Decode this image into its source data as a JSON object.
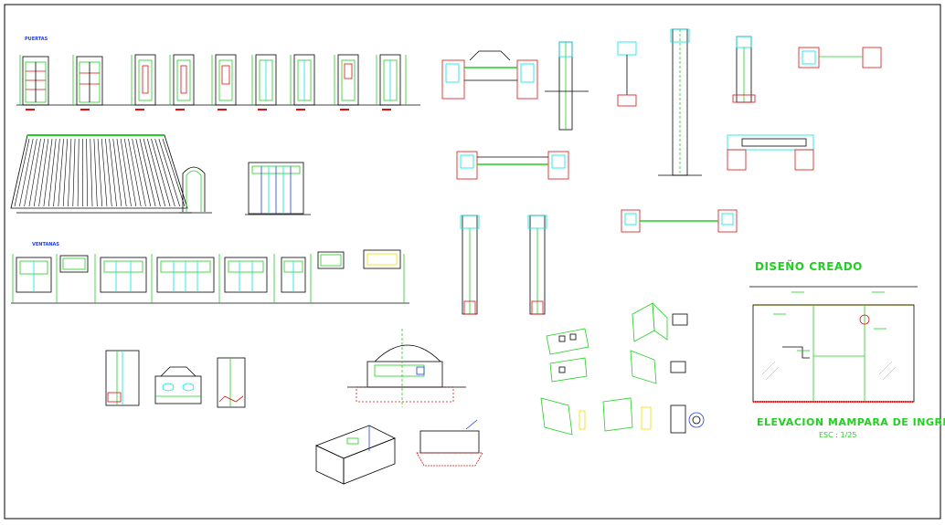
{
  "drawing": {
    "main_title": "DISEÑO CREADO",
    "elevation_title": "ELEVACION MAMPARA DE INGRESO",
    "elevation_scale": "ESC : 1/25",
    "doors_label": "PUERTAS",
    "windows_label": "VENTANAS"
  },
  "colors": {
    "background": "#ffffff",
    "green": "#1fd11f",
    "cyan": "#00e5e5",
    "red": "#e01010",
    "blue": "#1a3aff",
    "yellow": "#f0e000",
    "magenta": "#ff00ff",
    "black": "#000000"
  }
}
